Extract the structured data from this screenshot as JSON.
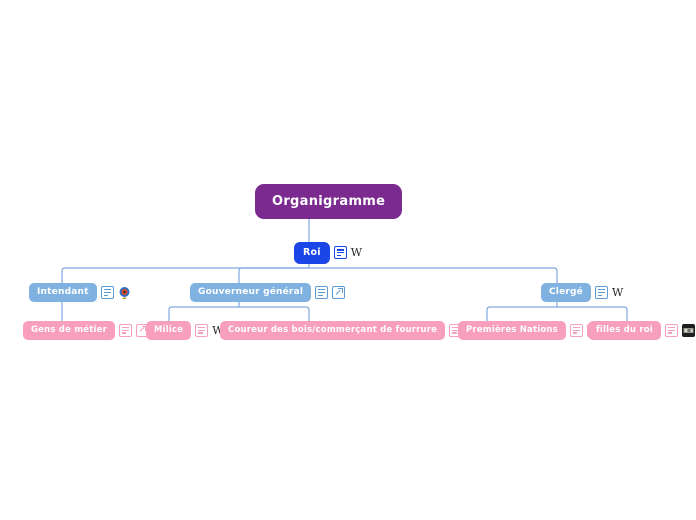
{
  "diagram": {
    "title": "Organigramme",
    "background_color": "#ffffff",
    "connector_color": "#7FA8E0",
    "node_colors": {
      "root": "#7B2A8F",
      "level1": "#1A46E8",
      "level2": "#7FB2E0",
      "level3": "#F79FBC"
    }
  },
  "nodes": {
    "root": {
      "label": "Organigramme",
      "level": "root",
      "icons": []
    },
    "roi": {
      "label": "Roi",
      "level": "level1",
      "icons": [
        "note-icon",
        "wikipedia-icon"
      ]
    },
    "intendant": {
      "label": "Intendant",
      "level": "level2",
      "icons": [
        "note-icon",
        "image-thumbnail-icon"
      ]
    },
    "gouverneur": {
      "label": "Gouverneur général",
      "level": "level2",
      "icons": [
        "note-icon",
        "external-link-icon"
      ]
    },
    "clerge": {
      "label": "Clergé",
      "level": "level2",
      "icons": [
        "note-icon",
        "wikipedia-icon"
      ]
    },
    "gens_de_metier": {
      "label": "Gens de métier",
      "level": "level3",
      "icons": [
        "note-icon",
        "external-link-icon"
      ]
    },
    "milice": {
      "label": "Milice",
      "level": "level3",
      "icons": [
        "note-icon",
        "wikipedia-icon"
      ]
    },
    "coureur": {
      "label": "Coureur des bois/commerçant de fourrure",
      "level": "level3",
      "icons": [
        "note-icon",
        "image-thumbnail-icon"
      ]
    },
    "premieres_nations": {
      "label": "Premières Nations",
      "level": "level3",
      "icons": [
        "note-icon",
        "external-link-icon"
      ]
    },
    "filles_du_roi": {
      "label": "filles du roi",
      "level": "level3",
      "icons": [
        "note-icon",
        "image-thumbnail-icon"
      ]
    }
  },
  "icon_glyphs": {
    "wikipedia": "W"
  }
}
